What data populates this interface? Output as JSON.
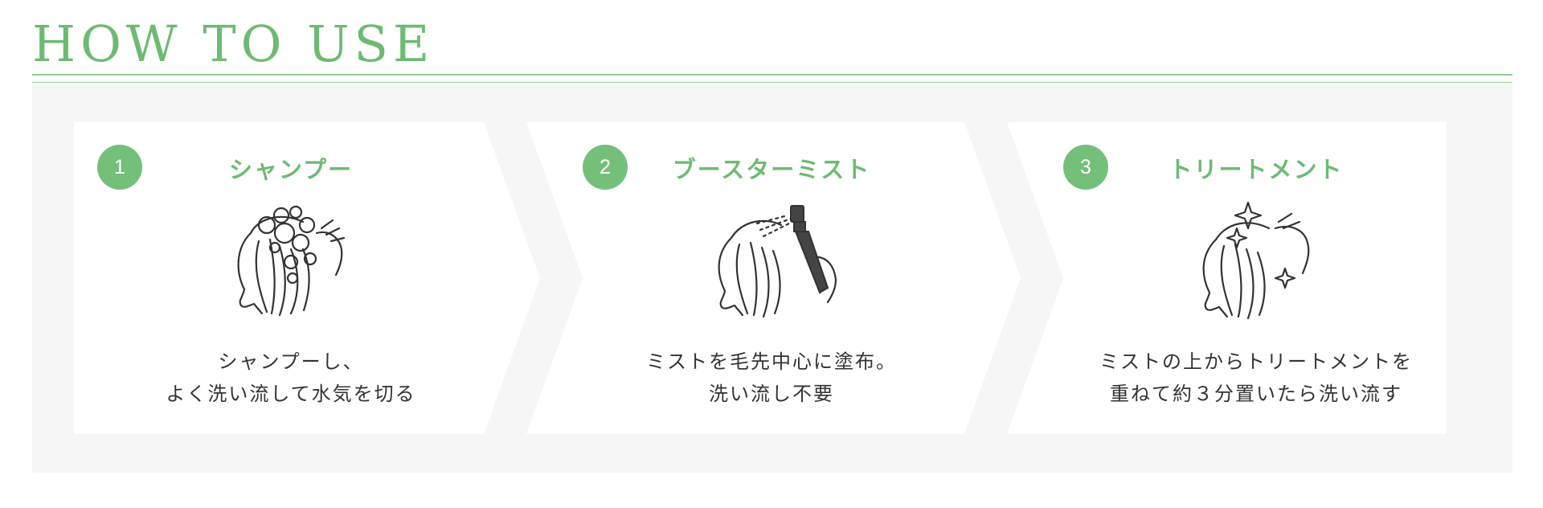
{
  "title": "HOW TO USE",
  "accent_color": "#6dbb72",
  "steps": [
    {
      "number": "1",
      "title": "シャンプー",
      "icon": "shampoo-icon",
      "lines": [
        "シャンプーし、",
        "よく洗い流して水気を切る"
      ]
    },
    {
      "number": "2",
      "title": "ブースターミスト",
      "icon": "mist-spray-icon",
      "lines": [
        "ミストを毛先中心に塗布。",
        "洗い流し不要"
      ]
    },
    {
      "number": "3",
      "title": "トリートメント",
      "icon": "treatment-sparkle-icon",
      "lines": [
        "ミストの上からトリートメントを",
        "重ねて約３分置いたら洗い流す"
      ]
    }
  ]
}
